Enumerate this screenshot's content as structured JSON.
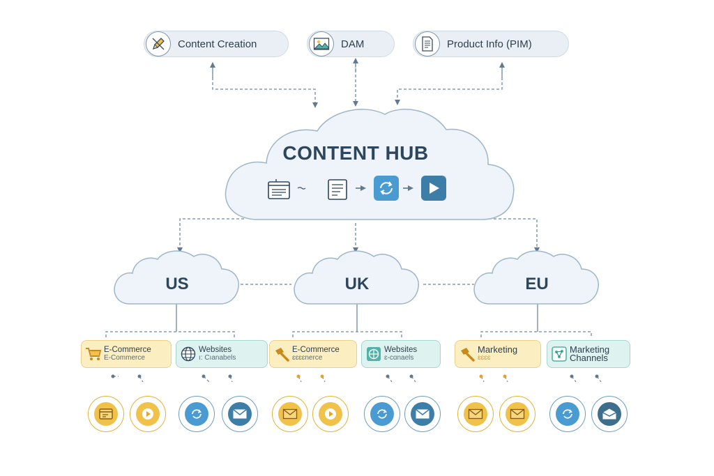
{
  "sources": [
    {
      "label": "Content Creation",
      "icon": "pencil-icon"
    },
    {
      "label": "DAM",
      "icon": "image-icon"
    },
    {
      "label": "Product Info (PIM)",
      "icon": "document-icon"
    }
  ],
  "hub": {
    "title": "CONTENT HUB",
    "icons": [
      "window-icon",
      "list-document-icon",
      "sync-icon",
      "play-icon"
    ]
  },
  "regions": [
    {
      "name": "US",
      "channels": [
        {
          "line1": "E-Commerce",
          "line2": "E-Commerce",
          "style": "gold",
          "icon": "cart-icon"
        },
        {
          "line1": "Websites",
          "line2": "ı: Cıanabels",
          "style": "teal",
          "icon": "globe-icon"
        }
      ],
      "endpoints": [
        {
          "style": "gold",
          "icon": "browser-window-icon"
        },
        {
          "style": "gold",
          "icon": "play-icon"
        },
        {
          "style": "blue",
          "icon": "sync-icon"
        },
        {
          "style": "blue",
          "icon": "mail-icon"
        }
      ]
    },
    {
      "name": "UK",
      "channels": [
        {
          "line1": "E-Commerce",
          "line2": "ɛɛɛɛnerce",
          "style": "gold",
          "icon": "hammer-icon"
        },
        {
          "line1": "Websites",
          "line2": "ɛ-cɑnaels",
          "style": "teal",
          "icon": "globe-icon"
        }
      ],
      "endpoints": [
        {
          "style": "gold",
          "icon": "mail-icon"
        },
        {
          "style": "gold",
          "icon": "play-icon"
        },
        {
          "style": "blue",
          "icon": "sync-icon"
        },
        {
          "style": "blue",
          "icon": "mail-icon"
        }
      ]
    },
    {
      "name": "EU",
      "channels": [
        {
          "line1": "Marketing",
          "line2": "ɛɛɛɛ",
          "style": "gold",
          "icon": "hammer-icon"
        },
        {
          "line1": "Marketing",
          "line2": "Channels",
          "style": "teal",
          "icon": "network-icon"
        }
      ],
      "endpoints": [
        {
          "style": "gold",
          "icon": "mail-icon"
        },
        {
          "style": "gold",
          "icon": "mail-icon"
        },
        {
          "style": "blue",
          "icon": "sync-icon"
        },
        {
          "style": "blue",
          "icon": "mail-open-icon"
        }
      ]
    }
  ],
  "colors": {
    "gold": "#f0c24a",
    "gold_dark": "#c9891b",
    "teal": "#4fb3a7",
    "blue": "#4a9bd1",
    "blue_dark": "#3d7ea8",
    "cloud_fill": "#eef4f9",
    "cloud_stroke": "#9fb5c8",
    "ink": "#2e465c"
  }
}
